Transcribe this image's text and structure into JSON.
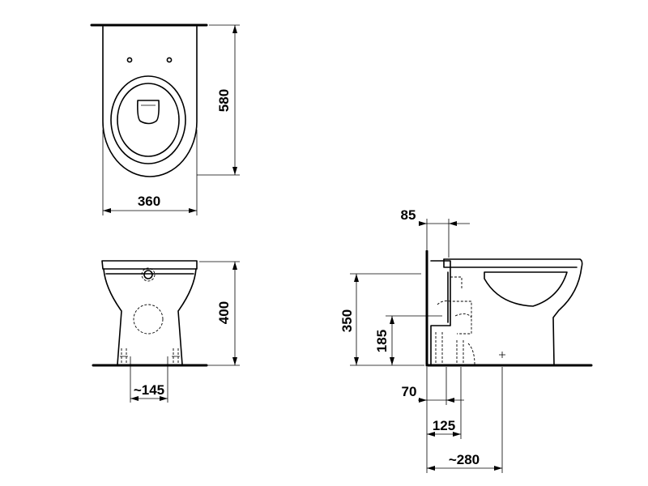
{
  "dimensions": {
    "top_width": "360",
    "top_depth": "580",
    "front_height": "400",
    "front_foot_spacing": "~145",
    "side_offset_top": "85",
    "side_outlet_height": "350",
    "side_outlet_center": "185",
    "side_70": "70",
    "side_125": "125",
    "side_280": "~280"
  }
}
